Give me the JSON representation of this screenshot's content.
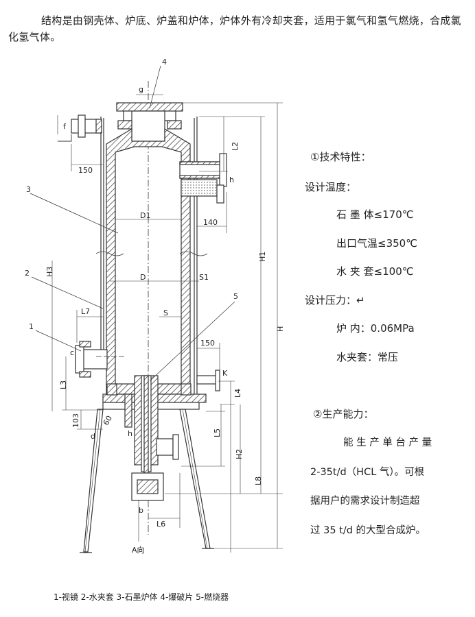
{
  "intro": "结构是由钢壳体、炉底、炉盖和炉体，炉体外有冷却夹套，适用于氯气和氢气燃烧，合成氯化氢气体。",
  "specs": {
    "heading1": "①技术特性：",
    "design_temp_label": "设计温度：",
    "graphite_temp": "石  墨  体≤170℃",
    "outlet_temp": "出口气温≤350℃",
    "jacket_temp": "水  夹  套≤100℃",
    "design_pressure_label": "设计压力：↵",
    "furnace_pressure": "炉   内：0.06MPa",
    "jacket_pressure": "水夹套：常压",
    "heading2": "②生产能力：",
    "capacity_line1": "能 生 产 单 台 产 量",
    "capacity_line2": "2-35t/d（HCL 气）。可根",
    "capacity_line3": "据用户的需求设计制造超",
    "capacity_line4": "过 35 t/d 的大型合成炉。"
  },
  "drawing_labels": {
    "callout_1": "1",
    "callout_2": "2",
    "callout_3": "3",
    "callout_4": "4",
    "callout_5": "5",
    "g": "g",
    "f": "f",
    "h": "h",
    "c": "c",
    "K": "K",
    "b": "b",
    "d": "d",
    "h2": "h",
    "dim_150_top": "150",
    "dim_140": "140",
    "dim_150_right": "150",
    "dim_103": "103",
    "dim_60": "60",
    "D1": "D1",
    "D": "D",
    "S": "S",
    "S1": "S1",
    "L2": "L2",
    "L3": "L3",
    "L4": "L4",
    "L5": "L5",
    "L6": "L6",
    "L7": "L7",
    "L8": "L8",
    "H": "H",
    "H1": "H1",
    "H2": "H2",
    "H3": "H3",
    "view_A": "A向"
  },
  "caption": "1-视镜 2-水夹套 3-石墨炉体 4-爆破片   5-燃烧器"
}
